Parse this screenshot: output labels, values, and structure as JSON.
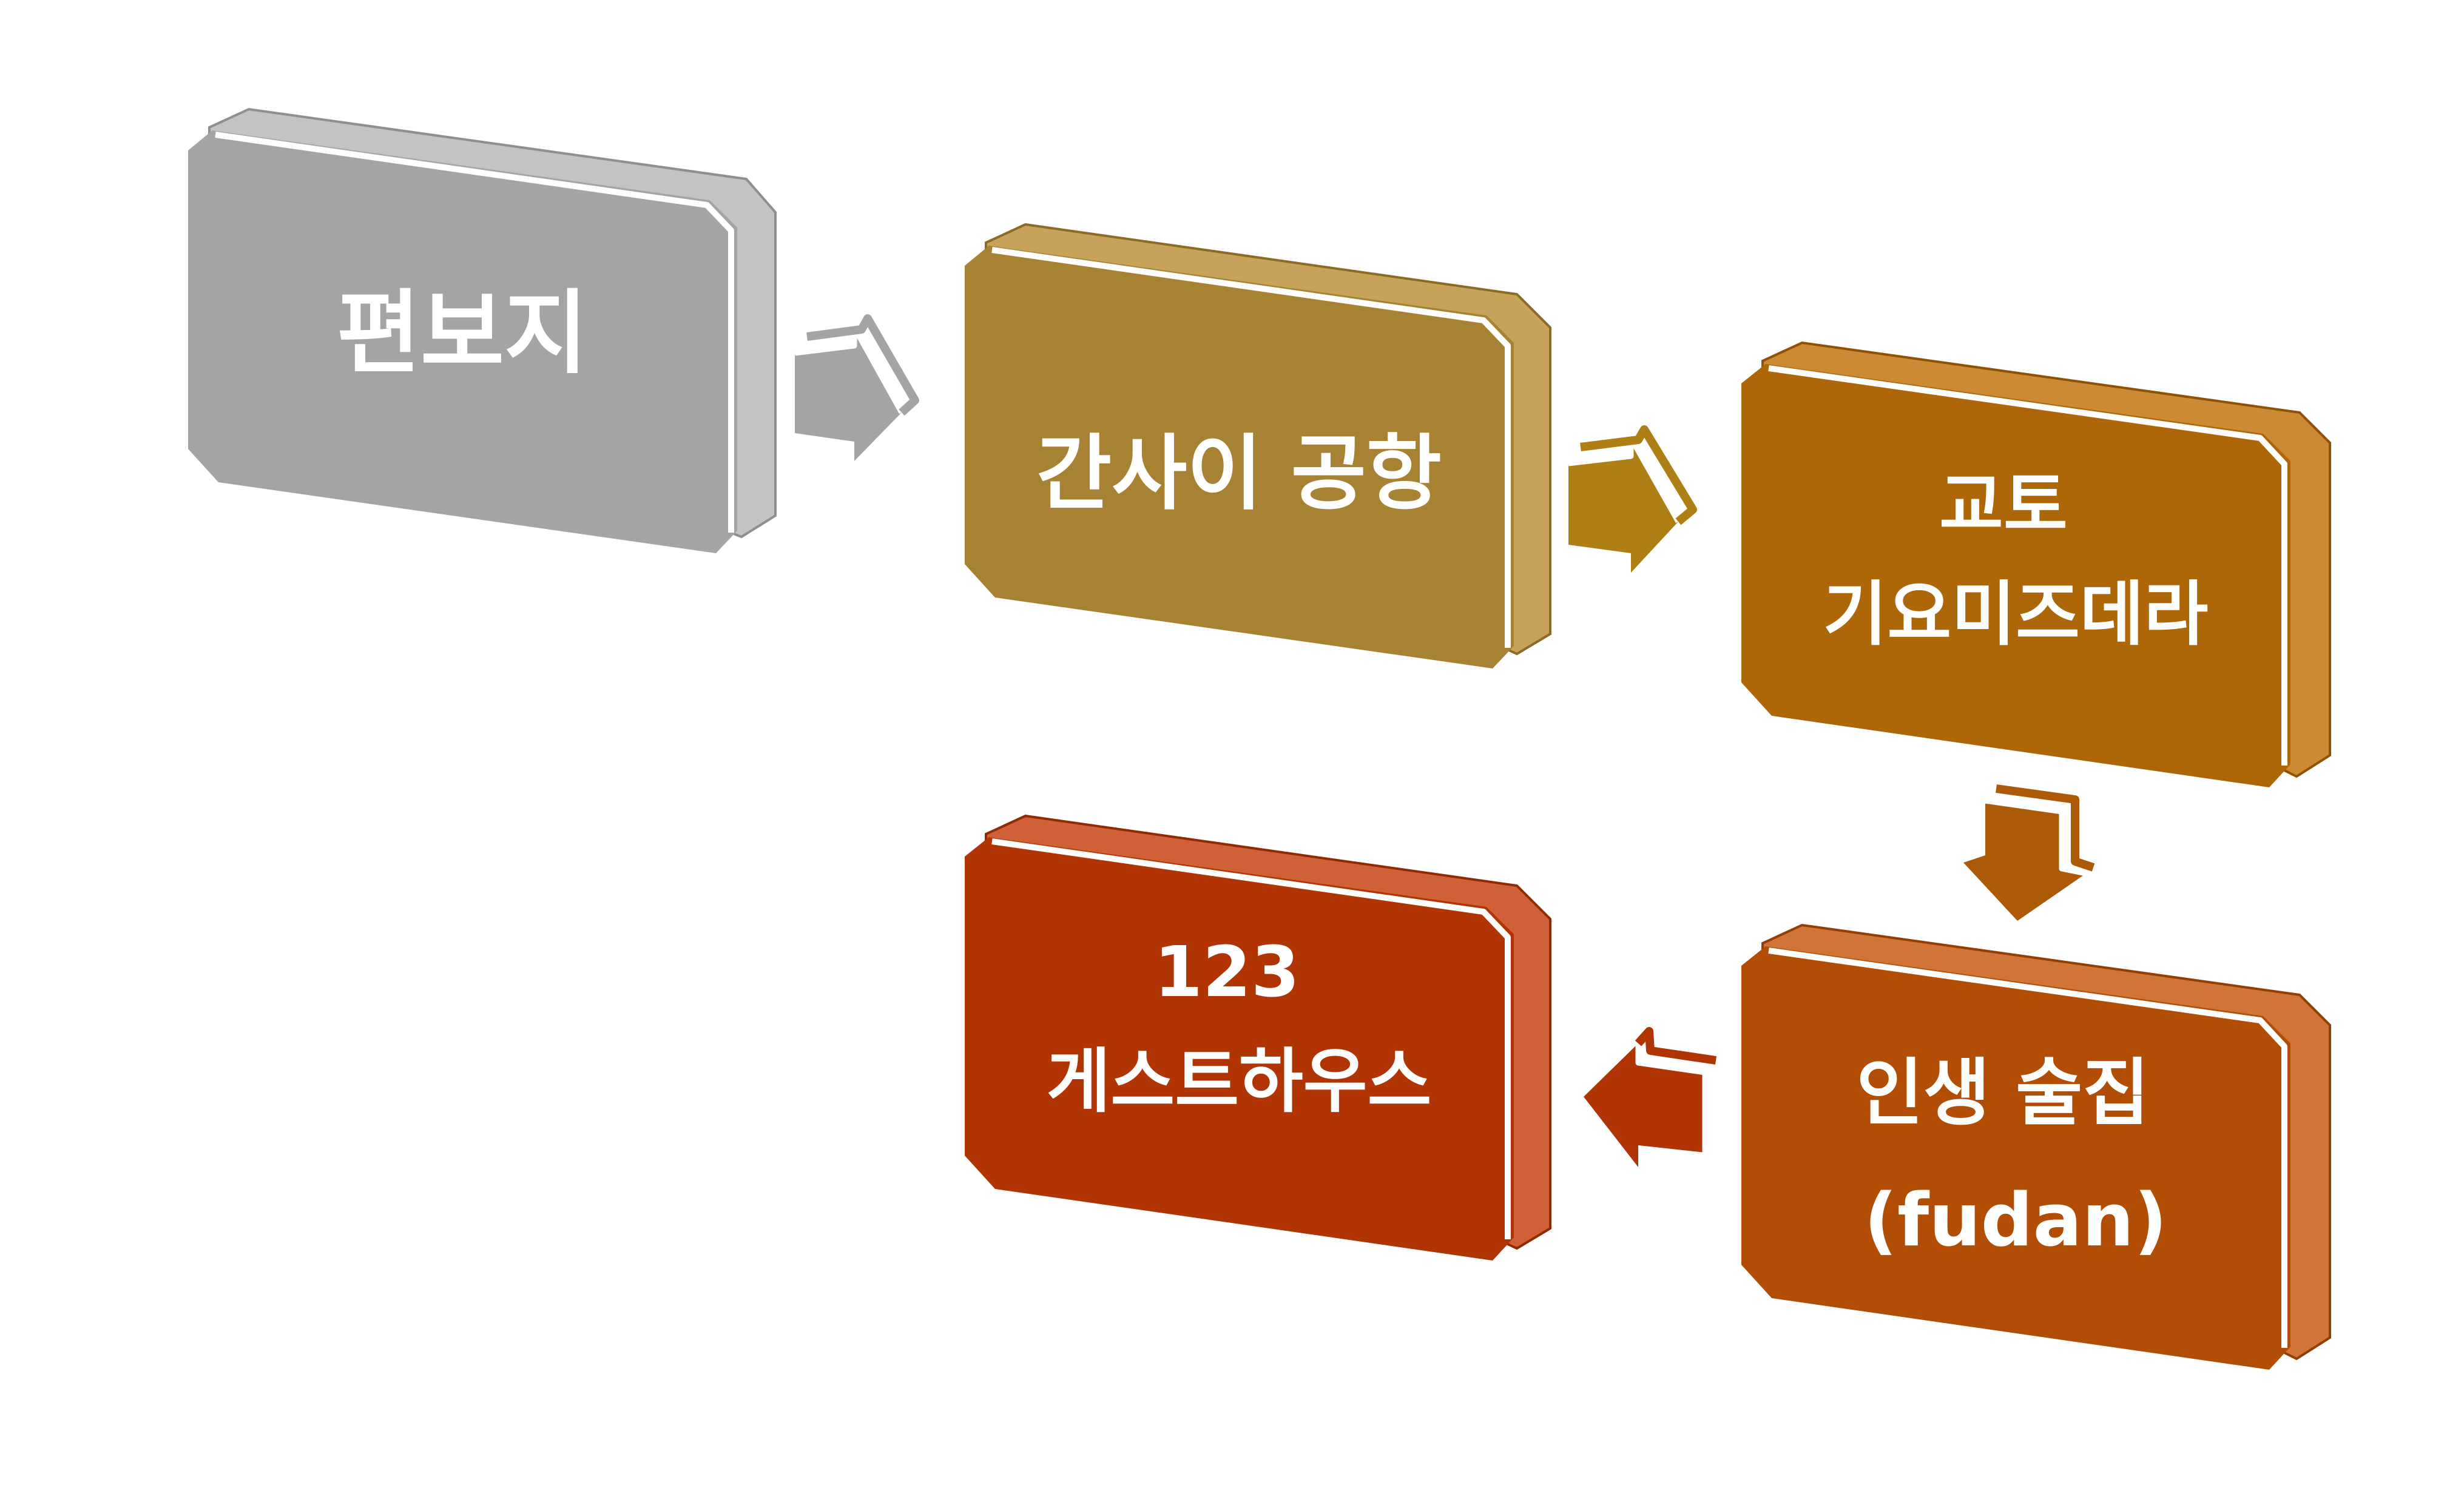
{
  "nodes": [
    {
      "id": "n1",
      "lines": [
        "편보지"
      ],
      "color": "#a4a4a4",
      "side_color": "#c3c3c3",
      "edge_color": "#8f8f8f"
    },
    {
      "id": "n2",
      "lines": [
        "간사이 공항"
      ],
      "color": "#a88233",
      "side_color": "#c7a25a",
      "edge_color": "#8d6b26"
    },
    {
      "id": "n3",
      "lines": [
        "교토",
        "기요미즈데라"
      ],
      "color": "#ad6608",
      "side_color": "#cc8a35",
      "edge_color": "#8f5205"
    },
    {
      "id": "n4",
      "lines": [
        "인생 술집",
        "(fudan)"
      ],
      "color": "#b24d05",
      "side_color": "#d07438",
      "edge_color": "#933e04"
    },
    {
      "id": "n5",
      "lines": [
        "123",
        "게스트하우스"
      ],
      "color": "#b13504",
      "side_color": "#cf6038",
      "edge_color": "#912a03"
    }
  ],
  "edges": [
    {
      "from": "n1",
      "to": "n2",
      "color": "#a4a4a4"
    },
    {
      "from": "n2",
      "to": "n3",
      "color": "#ad7f14"
    },
    {
      "from": "n3",
      "to": "n4",
      "color": "#ad5a08"
    },
    {
      "from": "n4",
      "to": "n5",
      "color": "#b13504"
    }
  ]
}
